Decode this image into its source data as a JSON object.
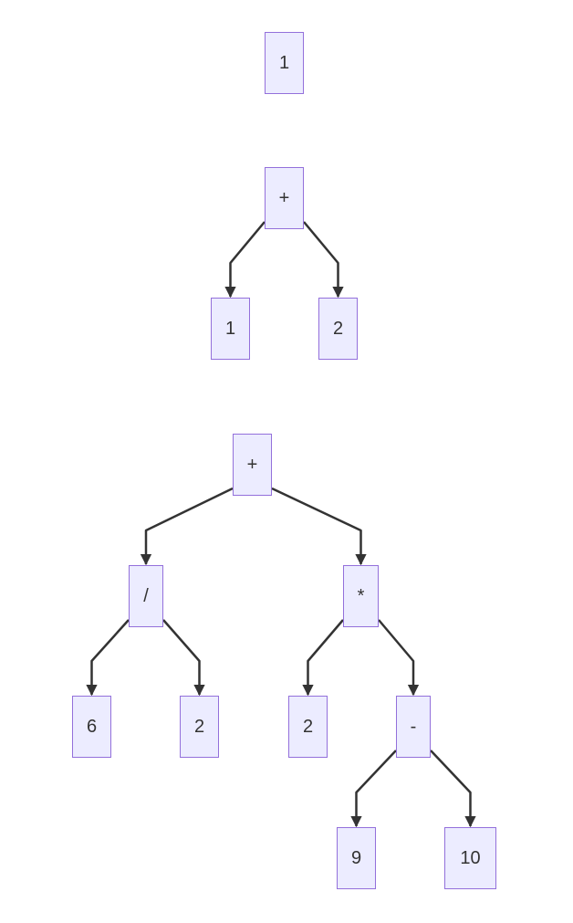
{
  "colors": {
    "node_fill": "#ececff",
    "node_border": "#9370db",
    "text": "#333333",
    "edge": "#333333"
  },
  "trees": [
    {
      "nodes": [
        {
          "id": "t1_root",
          "label": "1"
        }
      ],
      "edges": []
    },
    {
      "nodes": [
        {
          "id": "t2_plus",
          "label": "+"
        },
        {
          "id": "t2_one",
          "label": "1"
        },
        {
          "id": "t2_two",
          "label": "2"
        }
      ],
      "edges": [
        {
          "from": "t2_plus",
          "to": "t2_one"
        },
        {
          "from": "t2_plus",
          "to": "t2_two"
        }
      ]
    },
    {
      "nodes": [
        {
          "id": "t3_plus",
          "label": "+"
        },
        {
          "id": "t3_div",
          "label": "/"
        },
        {
          "id": "t3_mul",
          "label": "*"
        },
        {
          "id": "t3_six",
          "label": "6"
        },
        {
          "id": "t3_two_a",
          "label": "2"
        },
        {
          "id": "t3_two_b",
          "label": "2"
        },
        {
          "id": "t3_minus",
          "label": "-"
        },
        {
          "id": "t3_nine",
          "label": "9"
        },
        {
          "id": "t3_ten",
          "label": "10"
        }
      ],
      "edges": [
        {
          "from": "t3_plus",
          "to": "t3_div"
        },
        {
          "from": "t3_plus",
          "to": "t3_mul"
        },
        {
          "from": "t3_div",
          "to": "t3_six"
        },
        {
          "from": "t3_div",
          "to": "t3_two_a"
        },
        {
          "from": "t3_mul",
          "to": "t3_two_b"
        },
        {
          "from": "t3_mul",
          "to": "t3_minus"
        },
        {
          "from": "t3_minus",
          "to": "t3_nine"
        },
        {
          "from": "t3_minus",
          "to": "t3_ten"
        }
      ]
    }
  ]
}
